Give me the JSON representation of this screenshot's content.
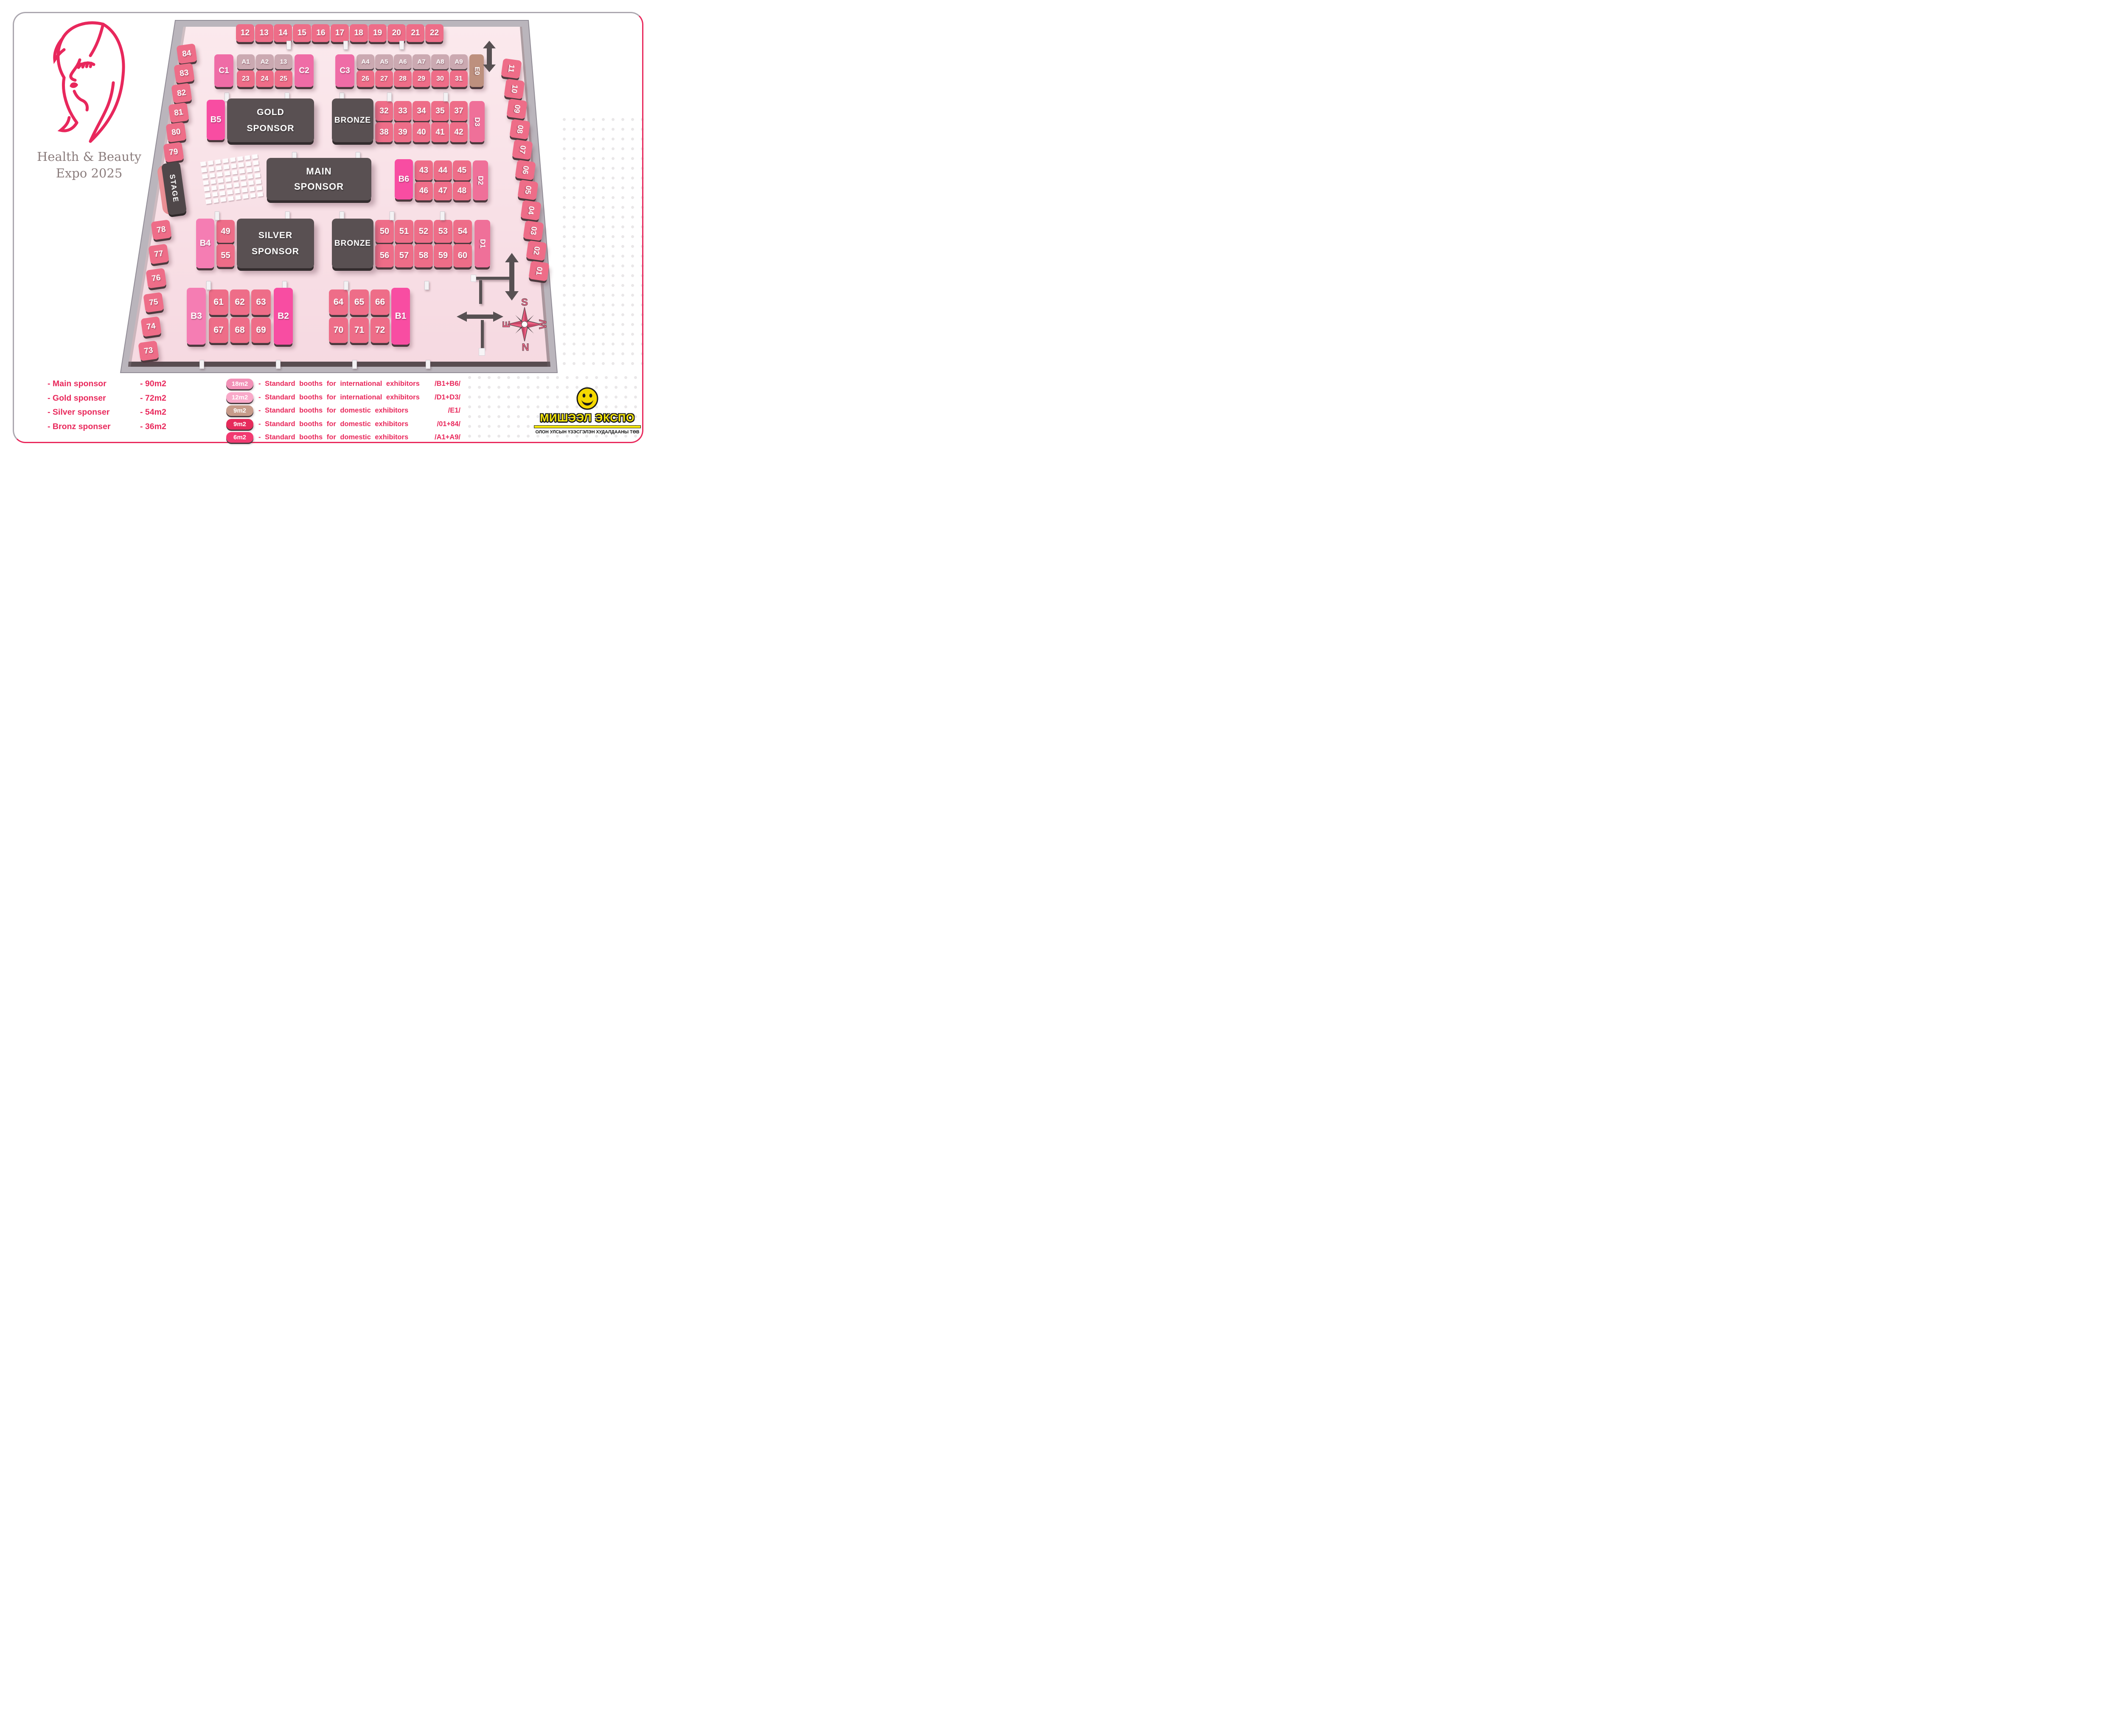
{
  "logo": {
    "title_line1": "Health & Beauty",
    "title_line2": "Expo 2025"
  },
  "hall": {
    "stage_label": "STAGE",
    "top_row": [
      "12",
      "13",
      "14",
      "15",
      "16",
      "17",
      "18",
      "19",
      "20",
      "21",
      "22"
    ],
    "left_column_upper": [
      "84",
      "83",
      "82",
      "81",
      "80",
      "79"
    ],
    "left_column_lower": [
      "78",
      "77",
      "76",
      "75",
      "74",
      "73"
    ],
    "right_column": [
      "11",
      "10",
      "09",
      "08",
      "07",
      "06",
      "05",
      "04",
      "03",
      "02",
      "01"
    ],
    "row_a_left": {
      "c_left": "C1",
      "top": [
        "A1",
        "A2",
        "13"
      ],
      "bottom": [
        "23",
        "24",
        "25"
      ],
      "c_right": "C2"
    },
    "row_a_right": {
      "c_left": "C3",
      "top": [
        "A4",
        "A5",
        "A6",
        "A7",
        "A8",
        "A9"
      ],
      "bottom": [
        "26",
        "27",
        "28",
        "29",
        "30",
        "31"
      ],
      "e_booth": "E0"
    },
    "gold_row": {
      "b_booth": "B5",
      "sponsor_line1": "GOLD",
      "sponsor_line2": "SPONSOR",
      "bronze_label": "BRONZE",
      "top": [
        "32",
        "33",
        "34",
        "35",
        "37"
      ],
      "bottom": [
        "38",
        "39",
        "40",
        "41",
        "42"
      ],
      "d_booth": "D3"
    },
    "main_row": {
      "sponsor_line1": "MAIN",
      "sponsor_line2": "SPONSOR",
      "b_booth": "B6",
      "top": [
        "43",
        "44",
        "45"
      ],
      "bottom": [
        "46",
        "47",
        "48"
      ],
      "d_booth": "D2"
    },
    "silver_row": {
      "b_booth": "B4",
      "stack": [
        "49",
        "55"
      ],
      "sponsor_line1": "SILVER",
      "sponsor_line2": "SPONSOR",
      "bronze_label": "BRONZE",
      "top": [
        "50",
        "51",
        "52",
        "53",
        "54"
      ],
      "bottom": [
        "56",
        "57",
        "58",
        "59",
        "60"
      ],
      "d_booth": "D1"
    },
    "island_left": {
      "b_left": "B3",
      "top": [
        "61",
        "62",
        "63"
      ],
      "bottom": [
        "67",
        "68",
        "69"
      ],
      "b_right": "B2"
    },
    "island_right": {
      "top": [
        "64",
        "65",
        "66"
      ],
      "bottom": [
        "70",
        "71",
        "72"
      ],
      "b_right": "B1"
    },
    "compass": {
      "n": "N",
      "s": "S",
      "e": "E",
      "w": "W"
    }
  },
  "legend_sponsors": [
    {
      "name": "- Main sponsor",
      "size": "- 90m2"
    },
    {
      "name": "- Gold sponser",
      "size": "- 72m2"
    },
    {
      "name": "- Silver sponser",
      "size": "- 54m2"
    },
    {
      "name": "- Bronz sponser",
      "size": "- 36m2"
    }
  ],
  "legend_booths": [
    {
      "size": "18m2",
      "color": "#f291b7",
      "text": "- Standard booths for international exhibitors",
      "code": "/B1+B6/"
    },
    {
      "size": "12m2",
      "color": "#f9a9c9",
      "text": "- Standard booths for international exhibitors",
      "code": "/D1+D3/"
    },
    {
      "size": "9m2",
      "color": "#c79b8a",
      "text": "- Standard booths for domestic exhibitors",
      "code": "/E1/"
    },
    {
      "size": "9m2",
      "color": "#e62b5b",
      "text": "- Standard booths for domestic exhibitors",
      "code": "/01+84/"
    },
    {
      "size": "6m2",
      "color": "#f23a71",
      "text": "- Standard booths for domestic exhibitors",
      "code": "/A1+A9/"
    }
  ],
  "footer_logo": {
    "name": "МИШЭЭЛ ЭКСПО",
    "subtitle": "ОЛОН УЛСЫН ҮЗЭСГЭЛЭН ХУДАЛДААНЫ ТӨВ"
  },
  "colors": {
    "accent_crimson": "#e9295c",
    "floor_pink": "#f7dbe2",
    "wall_gray": "#bab5bc",
    "booth_salmon": "#ee6d88",
    "booth_mauve": "#cba9b1",
    "booth_c_pink": "#ef6ca6",
    "booth_b_mid": "#f57db3",
    "booth_b_hot": "#f84da2",
    "booth_d_pink": "#ef7099",
    "booth_e_tan": "#bd907e",
    "sponsor_dark": "#595052",
    "logo_yellow": "#f5e70a"
  }
}
